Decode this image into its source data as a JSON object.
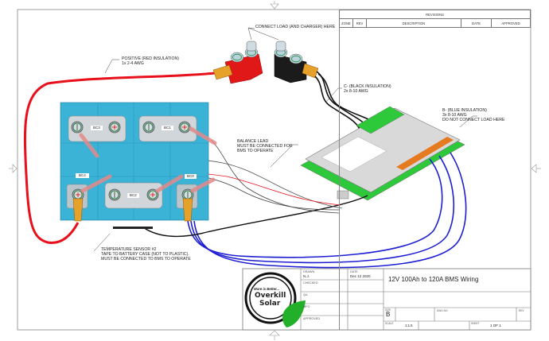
{
  "revisions": {
    "title": "REVISIONS",
    "columns": [
      "ZONE",
      "REV",
      "DESCRIPTION",
      "DATE",
      "APPROVED"
    ]
  },
  "callouts": {
    "load": "CONNECT LOAD (AND CHARGER) HERE",
    "positive_l1": "POSITIVE (RED INSULATION)",
    "positive_l2": "1x 2-4 AWG",
    "cminus_l1": "C- (BLACK INSULATION)",
    "cminus_l2": "2x 8-10 AWG",
    "bminus_l1": "B- (BLUE INSULATION)",
    "bminus_l2": "3x 8-10 AWG",
    "bminus_l3": "DO NOT CONNECT LOAD HERE",
    "balance_l1": "BALANCE LEAD",
    "balance_l2": "MUST BE CONNECTED FOR",
    "balance_l3": "BMS TO OPERATE",
    "temp_l1": "TEMPERATURE SENSOR #2",
    "temp_l2": "TAPE TO BATTERY CASE (NOT TO PLASTIC).",
    "temp_l3": "MUST BE CONNECTED TO BMS TO OPERATE"
  },
  "cells": {
    "bc1": "BC1",
    "bc2": "BC2",
    "bc3": "BC3",
    "bc4": "BC4",
    "bc0": "BC0"
  },
  "title_block": {
    "logo_tagline": "More is Better...",
    "logo_line1": "Overkill",
    "logo_line2": "Solar",
    "drawn_label": "DRAWN",
    "drawn_value": "N.J.",
    "date_label": "DATE",
    "date_value": "Dec 12 2020",
    "checked_label": "CHECKED",
    "qa_label": "QA",
    "mfg_label": "MFG",
    "approved_label": "APPROVED",
    "title": "12V 100Ah to 120A BMS Wiring",
    "size_label": "SIZE",
    "size_value": "B",
    "dwg_label": "DWG NO.",
    "rev_label": "REV",
    "scale_label": "SCALE",
    "scale_value": "1:1.5",
    "sheet_label": "SHEET",
    "sheet_value": "1 OF 1"
  },
  "colors": {
    "battery": "#3bb3d6",
    "positive_wire": "#e8101a",
    "negative_wire": "#111111",
    "bms_pcb": "#2ec93a",
    "bminus_wire": "#1e1ed2",
    "copper": "#e0a020",
    "logo_leaf": "#22b02a"
  }
}
